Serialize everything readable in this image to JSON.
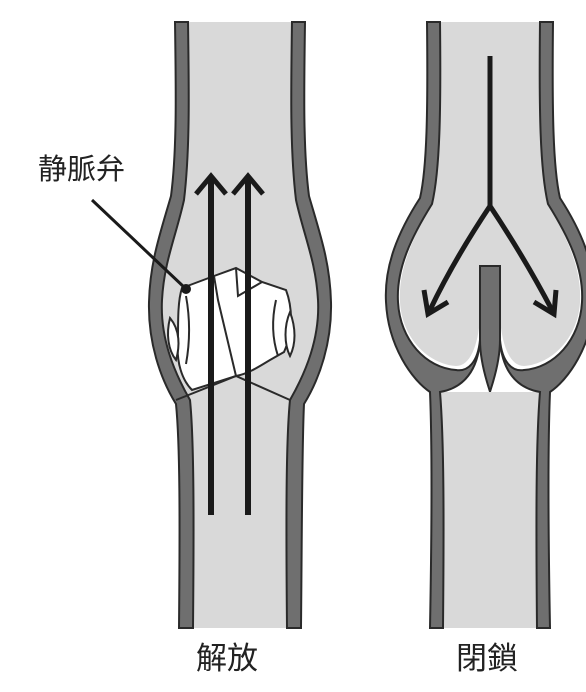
{
  "labels": {
    "valve_callout": "静脈弁",
    "open_caption": "解放",
    "closed_caption": "閉鎖"
  },
  "colors": {
    "vein_wall": "#6f6f6f",
    "wall_outline": "#2a2a2a",
    "lumen": "#d9d9d9",
    "valve_leaflet": "#ffffff",
    "arrow": "#1a1a1a",
    "background": "#ffffff"
  }
}
